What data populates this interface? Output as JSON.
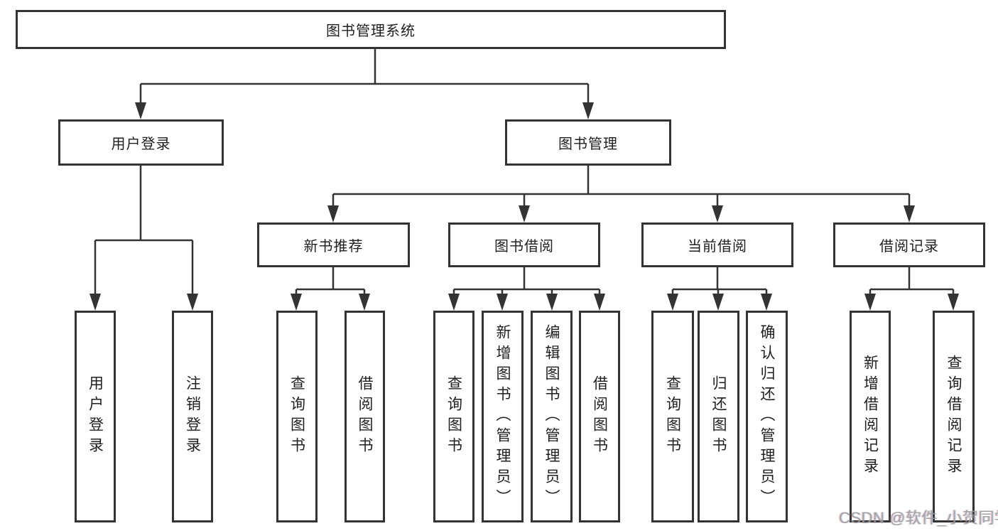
{
  "colors": {
    "line": "#333333",
    "box_border": "#333333",
    "text": "#1f1f1f",
    "background": "#ffffff",
    "watermark_text": "#9b9b9b"
  },
  "diagram": {
    "root": {
      "label": "图书管理系统"
    },
    "level2": [
      {
        "label": "用户登录"
      },
      {
        "label": "图书管理"
      }
    ],
    "level3": [
      {
        "label": "新书推荐"
      },
      {
        "label": "图书借阅"
      },
      {
        "label": "当前借阅"
      },
      {
        "label": "借阅记录"
      }
    ],
    "leafGroups": [
      {
        "parent": "用户登录",
        "items": [
          {
            "label": "用户登录"
          },
          {
            "label": "注销登录"
          }
        ]
      },
      {
        "parent": "新书推荐",
        "items": [
          {
            "label": "查询图书"
          },
          {
            "label": "借阅图书"
          }
        ]
      },
      {
        "parent": "图书借阅",
        "items": [
          {
            "label": "查询图书"
          },
          {
            "label": "新增图书（管理员）"
          },
          {
            "label": "编辑图书（管理员）"
          },
          {
            "label": "借阅图书"
          }
        ]
      },
      {
        "parent": "当前借阅",
        "items": [
          {
            "label": "查询图书"
          },
          {
            "label": "归还图书"
          },
          {
            "label": "确认归还（管理员）"
          }
        ]
      },
      {
        "parent": "借阅记录",
        "items": [
          {
            "label": "新增借阅记录"
          },
          {
            "label": "查询借阅记录"
          }
        ]
      }
    ]
  },
  "watermark": {
    "text": "CSDN @软件_小贺同学"
  }
}
